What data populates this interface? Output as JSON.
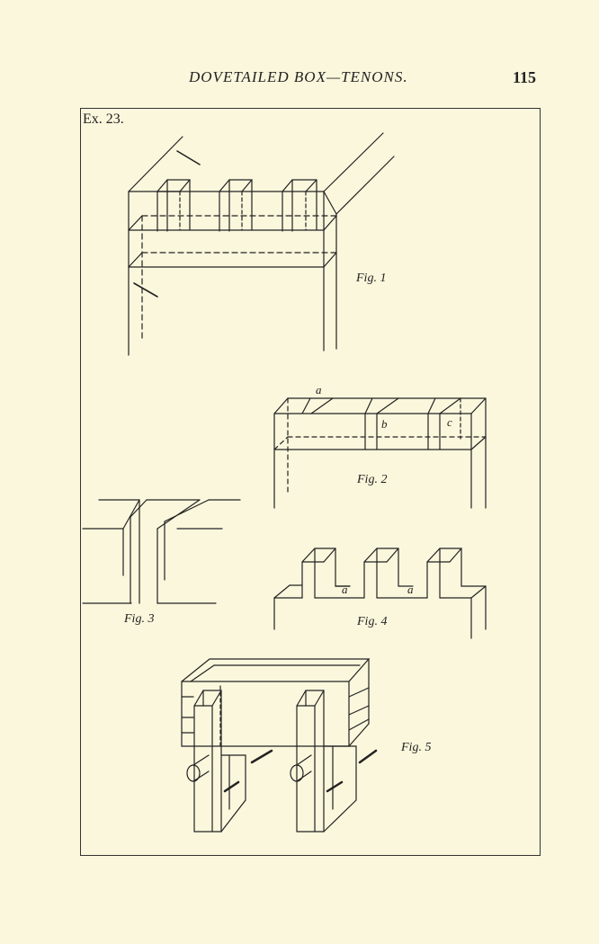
{
  "header": {
    "title": "DOVETAILED BOX—TENONS.",
    "page_number": "115"
  },
  "plate": {
    "exercise_label": "Ex. 23."
  },
  "figures": {
    "fig1": "Fig. 1",
    "fig2": "Fig. 2",
    "fig3": "Fig. 3",
    "fig4": "Fig. 4",
    "fig5": "Fig. 5"
  },
  "letters": {
    "fig2_a": "a",
    "fig2_b": "b",
    "fig2_c": "c",
    "fig4_a1": "a",
    "fig4_a2": "a"
  },
  "colors": {
    "paper": "#fbf7dc",
    "ink": "#222222"
  }
}
